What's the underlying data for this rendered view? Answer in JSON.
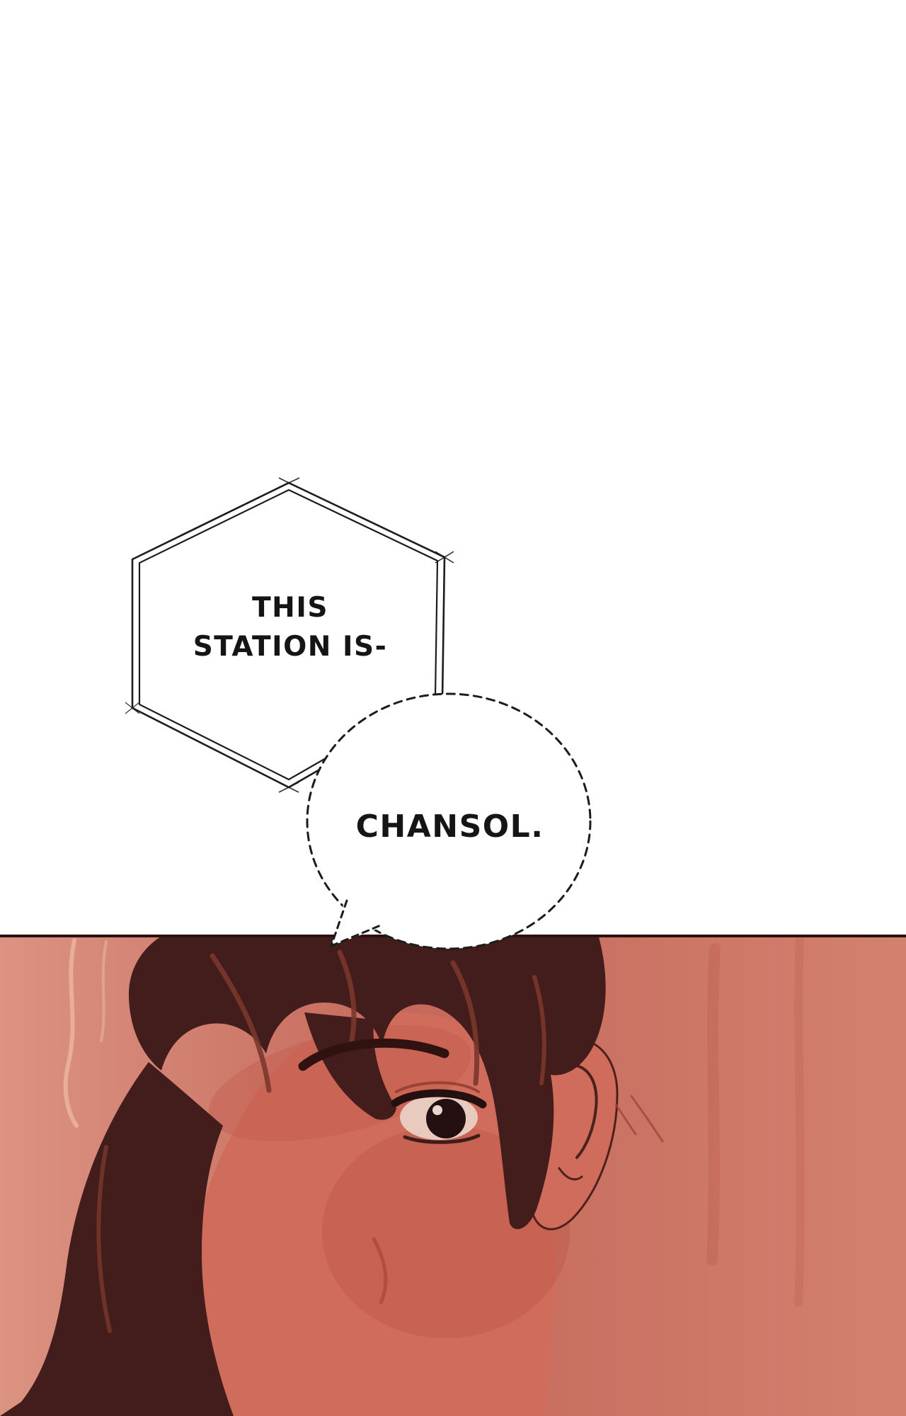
{
  "hex_bubble": {
    "line1": "THIS",
    "line2": "STATION IS-",
    "outline_color": "#1c1c1c",
    "fill_color": "#ffffff"
  },
  "cloud_bubble": {
    "text": "CHANSOL.",
    "outline_color": "#1c1c1c",
    "fill_color": "#ffffff"
  },
  "artwork": {
    "colors": {
      "border_line": "#2b1110",
      "bg_left": "#dc9382",
      "bg_mid": "#c5695b",
      "bg_right": "#d3816f",
      "hair": "#421d1b",
      "hair_highlight": "#7a372c",
      "hair_light_strand": "#ecb49c",
      "skin": "#cf6c5b",
      "skin_shadow": "#bf5749",
      "outline": "#4e211c",
      "eye_dark": "#241010",
      "sclera": "#e9cabe"
    }
  }
}
